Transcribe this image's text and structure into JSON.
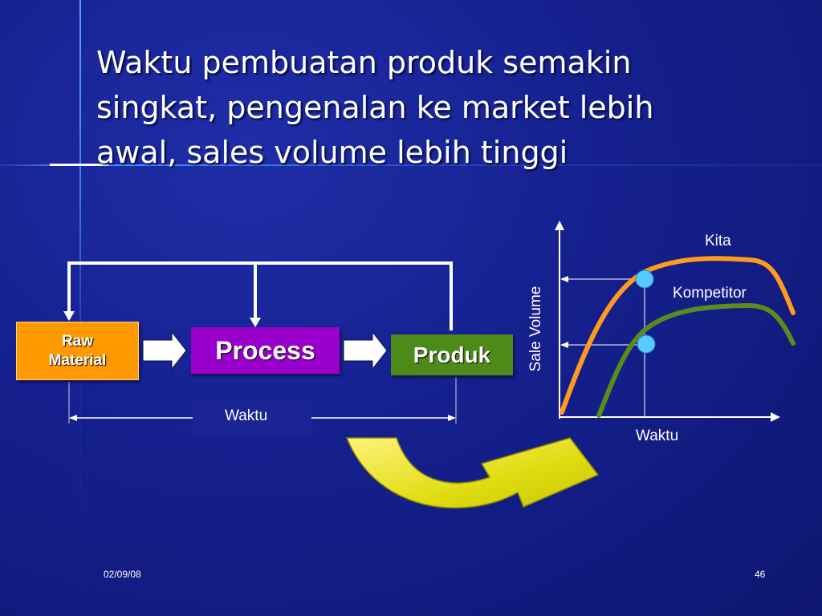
{
  "title_lines": [
    "Waktu pembuatan produk semakin",
    "singkat, pengenalan ke market lebih",
    "awal, sales volume lebih tinggi"
  ],
  "flow": {
    "raw_material_lines": [
      "Raw",
      "Material"
    ],
    "process": "Process",
    "produk": "Produk",
    "time_label": "Waktu"
  },
  "chart": {
    "y_label": "Sale Volume",
    "x_label": "Waktu",
    "series_kita": "Kita",
    "series_kompetitor": "Kompetitor"
  },
  "footer": {
    "date": "02/09/08",
    "page": "46"
  },
  "colors": {
    "kita": "#ff9a1f",
    "kompetitor": "#5a8c1a",
    "raw_material": "#ff9900",
    "process": "#9a00cc",
    "produk": "#4d8a1a",
    "marker": "#55ccff",
    "curved_arrow": "#e6e21c"
  }
}
